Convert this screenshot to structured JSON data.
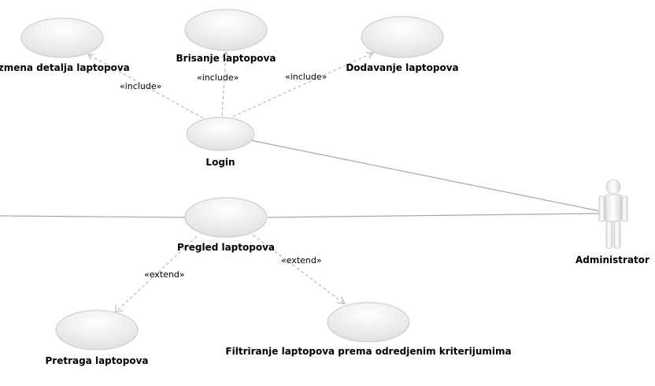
{
  "use_cases": {
    "izmena": {
      "label": "Izmena detalja laptopova"
    },
    "brisanje": {
      "label": "Brisanje laptopova"
    },
    "dodavanje": {
      "label": "Dodavanje laptopova"
    },
    "login": {
      "label": "Login"
    },
    "pregled": {
      "label": "Pregled laptopova"
    },
    "pretraga": {
      "label": "Pretraga laptopova"
    },
    "filtriranje": {
      "label": "Filtriranje laptopova prema odredjenim kriterijumima"
    }
  },
  "actors": {
    "administrator": {
      "label": "Administrator"
    }
  },
  "relations": {
    "include_izmena": {
      "stereotype": "«include»"
    },
    "include_brisanje": {
      "stereotype": "«include»"
    },
    "include_dodavanje": {
      "stereotype": "«include»"
    },
    "extend_pretraga": {
      "stereotype": "«extend»"
    },
    "extend_filtriranje": {
      "stereotype": "«extend»"
    }
  }
}
